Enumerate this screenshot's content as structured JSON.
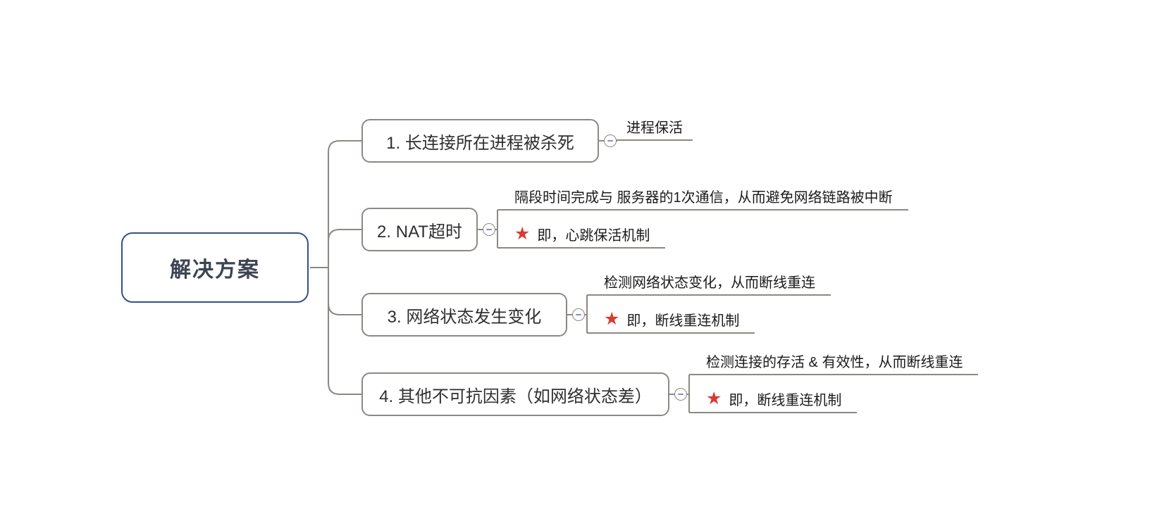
{
  "root": {
    "label": "解决方案"
  },
  "branches": [
    {
      "label": "1. 长连接所在进程被杀死",
      "children": [
        {
          "label": "进程保活",
          "star": false
        }
      ]
    },
    {
      "label": "2. NAT超时",
      "children": [
        {
          "label": "隔段时间完成与 服务器的1次通信，从而避免网络链路被中断",
          "star": false
        },
        {
          "label": "即，心跳保活机制",
          "star": true
        }
      ]
    },
    {
      "label": "3. 网络状态发生变化",
      "children": [
        {
          "label": "检测网络状态变化，从而断线重连",
          "star": false
        },
        {
          "label": "即，断线重连机制",
          "star": true
        }
      ]
    },
    {
      "label": "4. 其他不可抗因素（如网络状态差）",
      "children": [
        {
          "label": "检测连接的存活 & 有效性，从而断线重连",
          "star": false
        },
        {
          "label": "即，断线重连机制",
          "star": true
        }
      ]
    }
  ],
  "icons": {
    "star": "★"
  },
  "colors": {
    "root_border": "#33518a",
    "branch_line": "#8d8883",
    "star": "#d93a32",
    "topic_text": "#2f2f2f",
    "background": "#ffffff"
  }
}
